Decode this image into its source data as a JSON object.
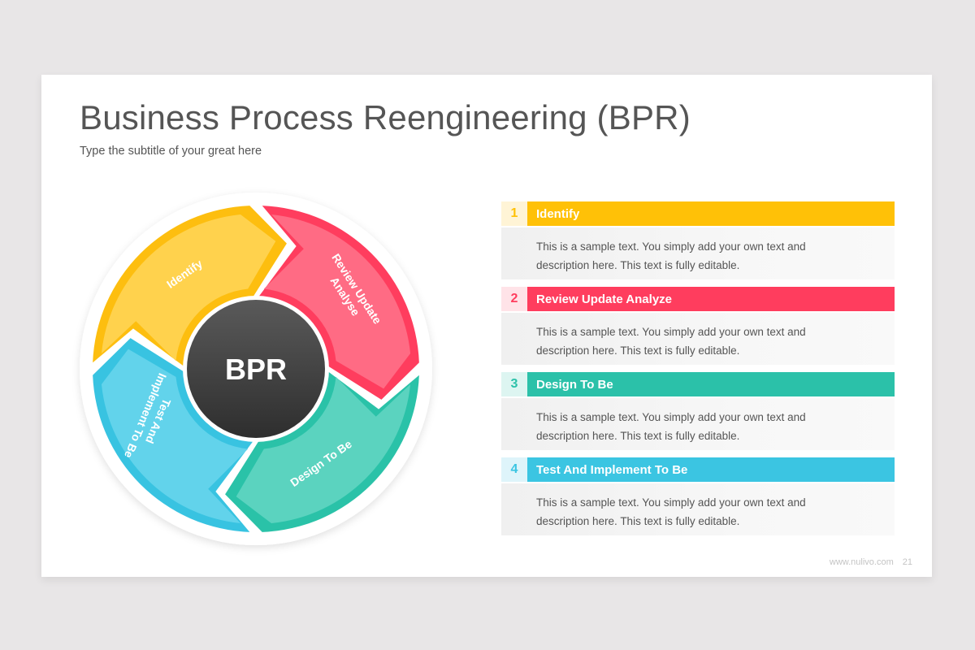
{
  "slide": {
    "title": "Business Process Reengineering (BPR)",
    "subtitle": "Type the subtitle of your great here",
    "footer": {
      "website": "www.nulivo.com",
      "page_number": "21"
    }
  },
  "diagram": {
    "center_label": "BPR",
    "segments": [
      {
        "lines": [
          "Identify"
        ],
        "color": "#FDBE0F",
        "fill_light": "#FFD24D"
      },
      {
        "lines": [
          "Review Update",
          "Analyse"
        ],
        "color": "#FF3D5E",
        "fill_light": "#FF6B84"
      },
      {
        "lines": [
          "Design To Be"
        ],
        "color": "#2AC2A8",
        "fill_light": "#5BD3BF"
      },
      {
        "lines": [
          "Test And",
          "Implement To Be"
        ],
        "color": "#38C3E1",
        "fill_light": "#62D3EB"
      }
    ]
  },
  "steps": [
    {
      "number": "1",
      "title": "Identify",
      "color": "#FFC107",
      "tint": "#FFF4D6",
      "desc_line1": "This is a sample text. You simply add your own text and",
      "desc_line2": "description here. This text is fully editable."
    },
    {
      "number": "2",
      "title": "Review Update Analyze",
      "color": "#FF3D5E",
      "tint": "#FFE3E8",
      "desc_line1": "This is a sample text. You simply add your own text and",
      "desc_line2": "description here. This text is fully editable."
    },
    {
      "number": "3",
      "title": "Design To Be",
      "color": "#2BC1A9",
      "tint": "#DDF5F1",
      "desc_line1": "This is a sample text. You simply add your own text and",
      "desc_line2": "description here. This text is fully editable."
    },
    {
      "number": "4",
      "title": "Test And Implement To Be",
      "color": "#3BC5E2",
      "tint": "#DEF4FA",
      "desc_line1": "This is a sample text. You simply add your own text and",
      "desc_line2": "description here. This text is fully editable."
    }
  ]
}
